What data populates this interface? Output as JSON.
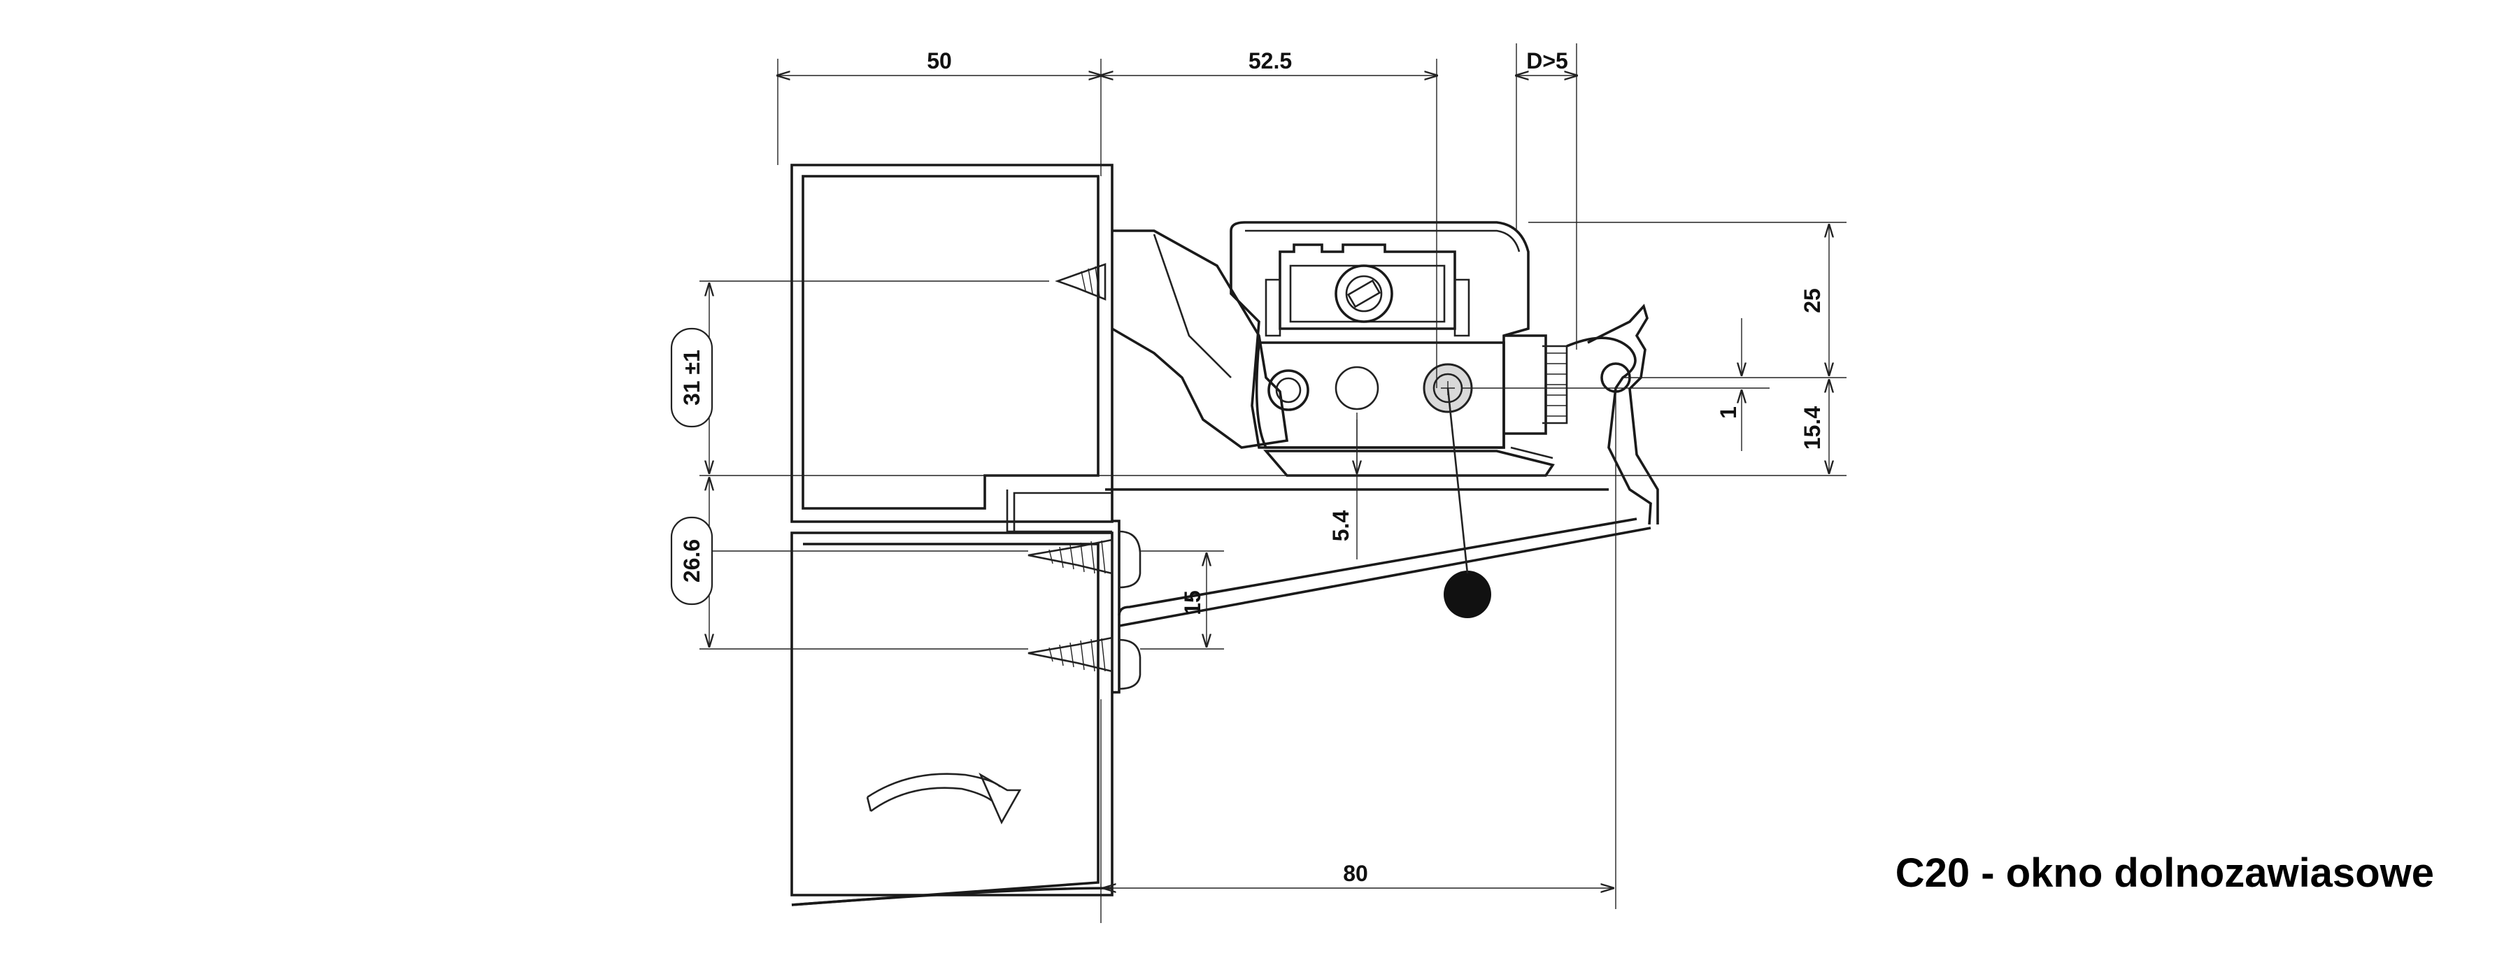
{
  "title": "C20 - okno dolnozawiasowe",
  "dimensions": {
    "d_50": "50",
    "d_52_5": "52.5",
    "d_gap": "D>5",
    "d_25": "25",
    "d_1": "1",
    "d_15_4": "15.4",
    "d_31": "31 ±1",
    "d_26_6": "26.6",
    "d_5_4": "5.4",
    "d_15": "15",
    "d_80": "80"
  },
  "colors": {
    "line": "#222222",
    "fill_light": "#ffffff",
    "fill_grey": "#d9d9d9",
    "knob": "#111111"
  }
}
